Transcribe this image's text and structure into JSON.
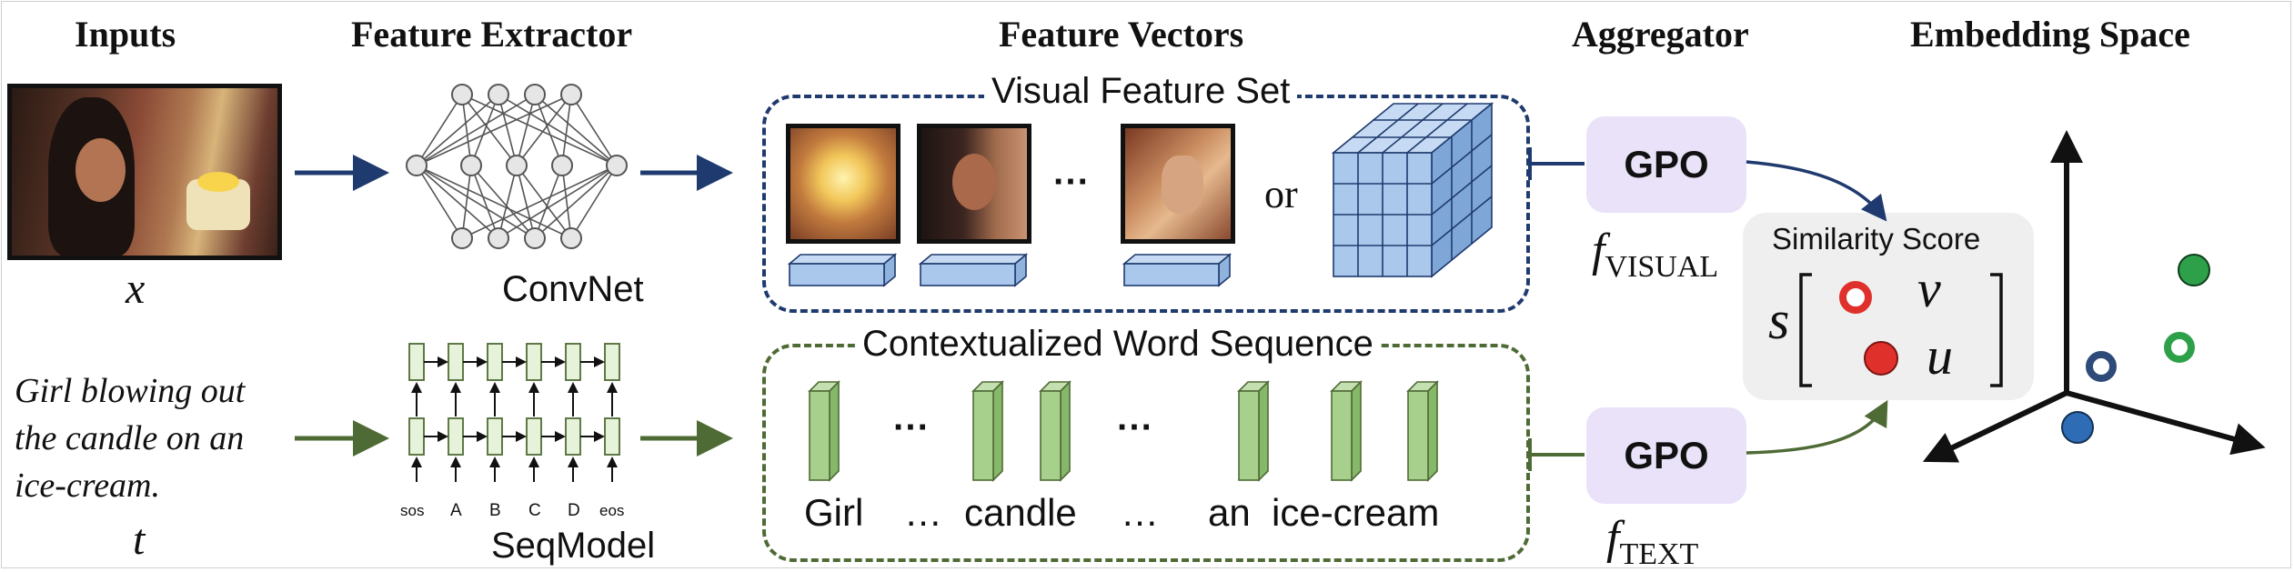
{
  "headers": {
    "inputs": "Inputs",
    "feature_extractor": "Feature Extractor",
    "feature_vectors": "Feature Vectors",
    "aggregator": "Aggregator",
    "embedding_space": "Embedding Space"
  },
  "inputs": {
    "image_var": "x",
    "caption_line1": "Girl blowing out",
    "caption_line2": "the candle on an",
    "caption_line3": "ice-cream.",
    "text_var": "t"
  },
  "extractors": {
    "convnet_label": "ConvNet",
    "seqmodel_label": "SeqModel",
    "seq_tokens": [
      "sos",
      "A",
      "B",
      "C",
      "D",
      "eos"
    ]
  },
  "visual_set": {
    "title": "Visual Feature Set",
    "ellipsis": "···",
    "or_label": "or"
  },
  "word_sequence": {
    "title": "Contextualized Word Sequence",
    "tokens": [
      "Girl",
      "…",
      "candle",
      "…",
      "an",
      "ice-cream"
    ],
    "ellipsis": "···"
  },
  "aggregator": {
    "gpo_visual": "GPO",
    "gpo_text": "GPO",
    "f_symbol": "f",
    "visual_subscript": "VISUAL",
    "text_subscript": "TEXT"
  },
  "similarity": {
    "title": "Similarity Score",
    "s": "s",
    "v": "v",
    "u": "u"
  },
  "colors": {
    "visual_navy": "#1f3a6e",
    "text_green": "#4f6b35",
    "feature_blue": "#a9c8ec",
    "word_green": "#a8d08d",
    "gpo_lavender": "#e9e2f9",
    "red": "#e0302b",
    "green_point": "#2ea04a",
    "blue_point": "#2e6db5"
  }
}
